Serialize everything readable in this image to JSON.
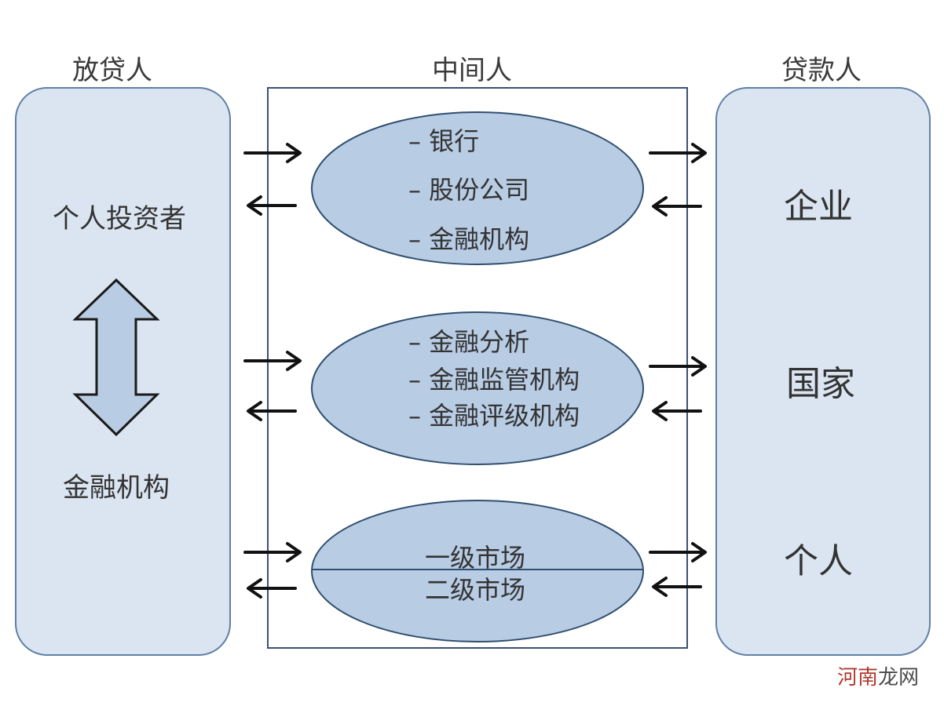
{
  "headers": {
    "lender": "放贷人",
    "intermediary": "中间人",
    "borrower": "贷款人"
  },
  "lender_panel": {
    "top_label": "个人投资者",
    "bottom_label": "金融机构"
  },
  "intermediaries": [
    {
      "items": [
        "– 银行",
        "– 股份公司",
        "– 金融机构"
      ]
    },
    {
      "items": [
        "– 金融分析",
        "– 金融监管机构",
        "– 金融评级机构"
      ]
    },
    {
      "items": [
        "一级市场",
        "二级市场"
      ]
    }
  ],
  "borrower_panel": {
    "items": [
      "企业",
      "国家",
      "个人"
    ]
  },
  "watermark": {
    "part1": "河南",
    "part2": "龙网"
  },
  "colors": {
    "panel_fill": "#dbe5f1",
    "panel_stroke": "#5f7fa6",
    "ellipse_fill": "#b8cce4",
    "ellipse_stroke": "#2f4f6f",
    "box_stroke": "#3a4f78",
    "arrow": "#111111"
  }
}
